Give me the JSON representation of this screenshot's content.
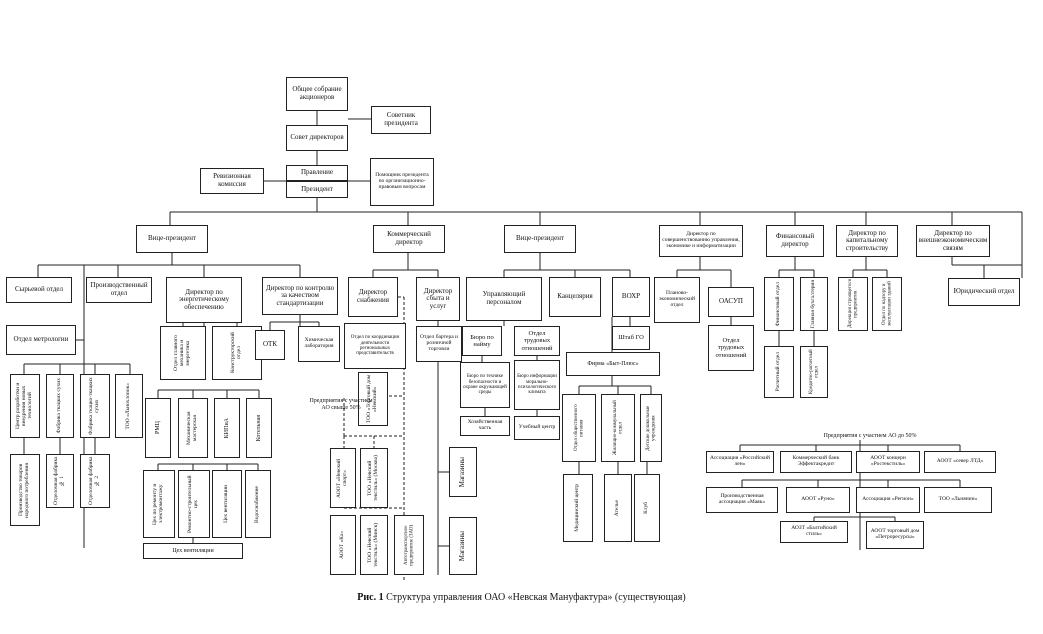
{
  "units": {
    "shareholders": "Общее собрание акционеров",
    "president_advisor": "Советник президента",
    "board": "Совет директоров",
    "management": "Правление",
    "president": "Президент",
    "audit_commission": "Ревизионная комиссия",
    "legal_assistant": "Помощник президента по организационно-правовым вопросам",
    "vp_production": "Вице-президент",
    "commercial_director": "Коммерческий директор",
    "vp_personnel": "Вице-президент",
    "director_improvement": "Директор по совершенствованию управления, экономике и информатизации",
    "financial_director": "Финансовый директор",
    "capital_construction_director": "Директор по капитальному строительству",
    "foreign_relations_director": "Директор по внешнеэкономическим связям",
    "raw_materials": "Сырьевой отдел",
    "production_dept": "Производственный отдел",
    "energy_director": "Директор по энергетическому обеспечению",
    "quality_director": "Директор по контролю за качеством стандартизации",
    "metrology": "Отдел метрологии",
    "tech_dev_center": "Центр разработки и внедрения новых технологий",
    "fabric_shop": "Фабрика ткацких сухих",
    "weaving_factory": "Фабрика ткацко-ткацких сухих",
    "too_flaxwear": "ТОО «Льнохлопок»",
    "nonwoven_center": "Производство товаров народного потребления",
    "factory_1": "Отделочная фабрика № 1",
    "factory_2": "Отделочная фабрика № 2",
    "chief_mechanic": "Отдел главного механика и энергетика",
    "design_dept": "Конструкторский отдел",
    "rmts": "РМЦ",
    "mech_workshop": "Механическая мастерская",
    "kipia": "КИПиА",
    "boiler": "Котельная",
    "electric_workshop": "Цех по ремонту и электромонтажу",
    "repair_construction": "Ремонтно-строительный цех",
    "ventilation_shop": "Цех вентиляции",
    "water_supply": "Водоснабжение",
    "fire_shop": "Цех вентиляции",
    "otk": "ОТК",
    "chem_lab": "Химическая лаборатория",
    "supply_director": "Директор снабжения",
    "sales_director": "Директор сбыта и услуг",
    "coordination_dept": "Отдел по координации деятельности региональных представительств",
    "barter_dept": "Отдел бартера и розничной торговли",
    "trade_house": "ТОО «Торговый дом «Невский»",
    "aoot_nevsky": "АООТ «Невский спорт»",
    "too_moscow": "ТОО «Невский текстиль» (Москва)",
    "aoot_ka": "АООТ «Ка»",
    "too_minsk": "ТОО «Невский текстиль» (Минск)",
    "auto_transport": "Автотранспортное предприятие (ЗАО)",
    "shops": "Магазины",
    "shops2": "Магазины",
    "hr_manager": "Управляющий персоналом",
    "employment_bureau": "Бюро по найму",
    "labor_relations": "Отдел трудовых отношений",
    "safety_bureau": "Бюро по технике безопасности и охране окружающей среды",
    "info_bureau": "Бюро информации морально-психологического климата",
    "household_dept": "Хозяйственная часть",
    "training_center": "Учебный центр",
    "chancellery": "Канцелярия",
    "vohr": "ВОХР",
    "civil_defense": "Штаб ГО",
    "firm_byt": "Фирма «Быт-Плюс»",
    "catering": "Отдел общественного питания",
    "housing": "Жилищно-коммунальный отдел",
    "kindergarten": "Детские дошкольные учреждения",
    "medical_center": "Медицинский центр",
    "atelier": "Ателье",
    "club": "Клуб",
    "planning_dept": "Планово-экономический отдел",
    "oasup": "ОАСУП",
    "labor_dept": "Отдел трудовых отношений",
    "finance_dept": "Финансовый отдел",
    "accounting": "Главная бухгалтерия",
    "capital_dept": "Дирекция строящегося предприятия",
    "estate_dept": "Отдел по надзору и эксплуатации зданий",
    "settlement_dept": "Расчетный отдел",
    "credit_dept": "Кредитно-расчетный отдел",
    "legal_dept": "Юридический отдел",
    "assoc_russian_flax": "Ассоциация «Российский лен»",
    "commercial_bank": "Коммерческий банк Эффектакредит",
    "aoot_rostextile": "АООТ концерн «Ростекстиль»",
    "aoot_sever": "АООТ «север ЛТД»",
    "prod_assoc_mayak": "Производственная ассоциация «Маяк»",
    "aoot_runo": "АООТ «Руно»",
    "assoc_region": "Ассоциация «Регион»",
    "too_lvyanin": "ТОО «Льнянин»",
    "aozt_baltic": "АОЗТ «Балтийский стиль»",
    "aoot_trading_house": "АООТ торговый дом «Петроресурсы»"
  },
  "notes": {
    "associates": "Предприятия с участием АО свыше 50%",
    "partners": "Предприятия с участием АО до 50%"
  },
  "caption": {
    "label": "Рис. 1",
    "text": "Структура управления ОАО «Невская Мануфактура» (существующая)"
  }
}
